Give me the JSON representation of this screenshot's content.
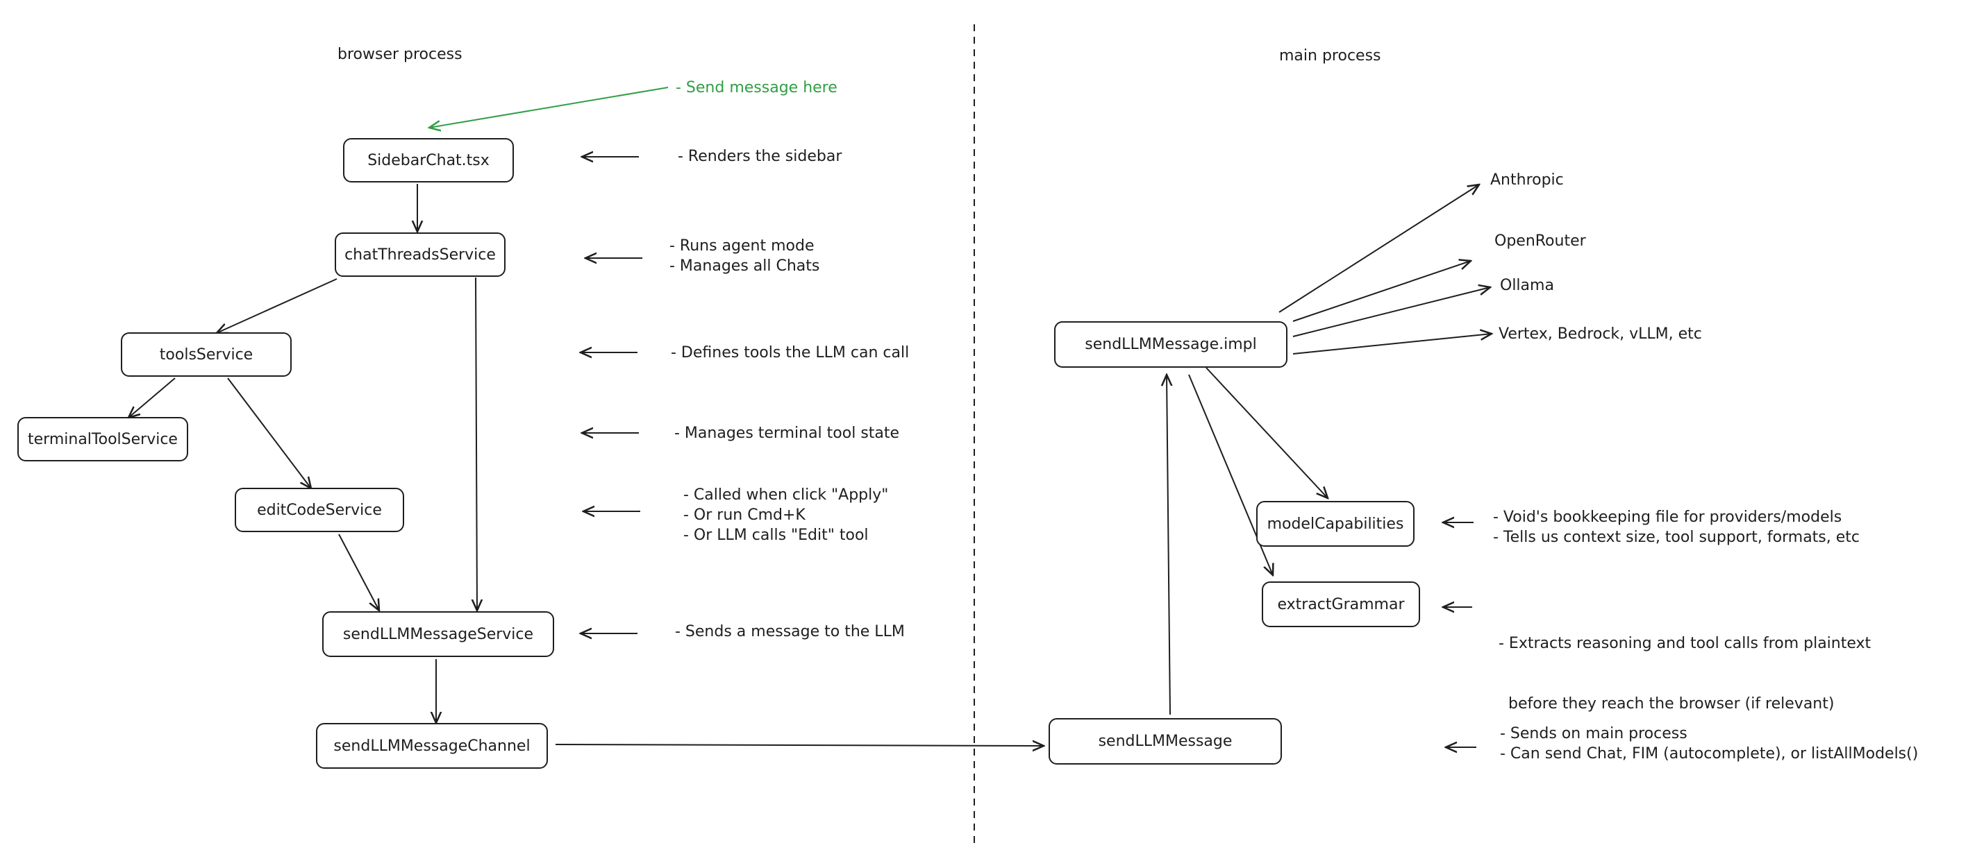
{
  "headers": {
    "browser": "browser process",
    "main": "main process"
  },
  "nodes": {
    "sidebar_chat": "SidebarChat.tsx",
    "chat_threads": "chatThreadsService",
    "tools": "toolsService",
    "terminal_tool": "terminalToolService",
    "edit_code": "editCodeService",
    "send_llm_service": "sendLLMMessageService",
    "send_llm_channel": "sendLLMMessageChannel",
    "send_llm_impl": "sendLLMMessage.impl",
    "model_capabilities": "modelCapabilities",
    "extract_grammar": "extractGrammar",
    "send_llm_main": "sendLLMMessage"
  },
  "providers": {
    "anthropic": "Anthropic",
    "openrouter": "OpenRouter",
    "ollama": "Ollama",
    "other": "Vertex, Bedrock, vLLM, etc"
  },
  "notes": {
    "send_message_here": "- Send message here",
    "sidebar": "- Renders the sidebar",
    "threads": [
      "- Runs agent mode",
      "- Manages all Chats"
    ],
    "tools": "- Defines tools the LLM can call",
    "terminal": "- Manages terminal tool state",
    "edit": [
      "- Called when click \"Apply\"",
      "- Or run Cmd+K",
      "- Or LLM calls \"Edit\" tool"
    ],
    "send_service": "- Sends a message to the LLM",
    "model_capabilities": [
      "- Void's bookkeeping file for providers/models",
      "- Tells us context size, tool support, formats, etc"
    ],
    "extract_grammar": [
      "- Extracts reasoning and tool calls from plaintext",
      "  before they reach the browser (if relevant)"
    ],
    "send_main": [
      "- Sends on main process",
      "- Can send Chat, FIM (autocomplete), or listAllModels()"
    ]
  },
  "colors": {
    "ink": "#1e1e1e",
    "accent": "#2f9e44"
  }
}
